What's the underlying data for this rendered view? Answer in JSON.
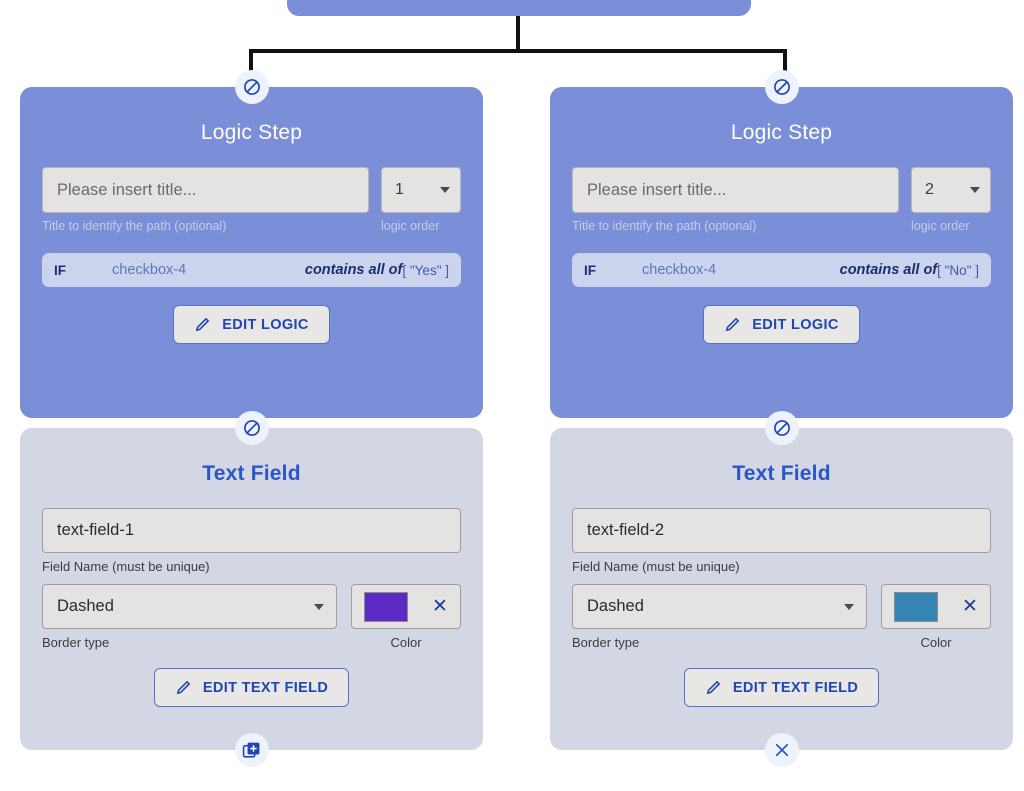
{
  "canvas": {
    "background": "#ffffff",
    "connector_color": "#111111",
    "parent_node_color": "#7b8ed8"
  },
  "theme": {
    "logic_card_bg": "#7b8ed8",
    "textfield_card_bg": "#d3d7e4",
    "input_bg": "#e4e3e1",
    "if_row_bg": "#ccd3ec",
    "accent_blue": "#1f46b4",
    "handle_bg": "#eef2fd"
  },
  "branches": [
    {
      "logic": {
        "handle_top_icon": "block-icon",
        "title": "Logic Step",
        "title_input": {
          "value": "",
          "placeholder": "Please insert title...",
          "helper": "Title to identify the path (optional)"
        },
        "order_select": {
          "value": "1",
          "helper": "logic order",
          "caret_icon": "chevron-down-icon"
        },
        "condition": {
          "keyword": "IF",
          "field": "checkbox-4",
          "operator": "contains all of",
          "value": "[ \"Yes\" ]"
        },
        "edit_button": {
          "label": "EDIT LOGIC",
          "icon": "pencil-icon"
        }
      },
      "textfield": {
        "handle_top_icon": "block-icon",
        "title": "Text Field",
        "name_input": {
          "value": "text-field-1",
          "helper": "Field Name (must be unique)"
        },
        "border_select": {
          "value": "Dashed",
          "helper": "Border type",
          "caret_icon": "chevron-down-icon"
        },
        "color": {
          "swatch": "#5B2BC4",
          "helper": "Color",
          "clear_icon": "close-icon"
        },
        "edit_button": {
          "label": "EDIT TEXT FIELD",
          "icon": "pencil-icon"
        },
        "handle_bottom_icon": "add-duplicate-icon"
      }
    },
    {
      "logic": {
        "handle_top_icon": "block-icon",
        "title": "Logic Step",
        "title_input": {
          "value": "",
          "placeholder": "Please insert title...",
          "helper": "Title to identify the path (optional)"
        },
        "order_select": {
          "value": "2",
          "helper": "logic order",
          "caret_icon": "chevron-down-icon"
        },
        "condition": {
          "keyword": "IF",
          "field": "checkbox-4",
          "operator": "contains all of",
          "value": "[ \"No\" ]"
        },
        "edit_button": {
          "label": "EDIT LOGIC",
          "icon": "pencil-icon"
        }
      },
      "textfield": {
        "handle_top_icon": "block-icon",
        "title": "Text Field",
        "name_input": {
          "value": "text-field-2",
          "helper": "Field Name (must be unique)"
        },
        "border_select": {
          "value": "Dashed",
          "helper": "Border type",
          "caret_icon": "chevron-down-icon"
        },
        "color": {
          "swatch": "#3585B5",
          "helper": "Color",
          "clear_icon": "close-icon"
        },
        "edit_button": {
          "label": "EDIT TEXT FIELD",
          "icon": "pencil-icon"
        },
        "handle_bottom_icon": "close-icon"
      }
    }
  ]
}
